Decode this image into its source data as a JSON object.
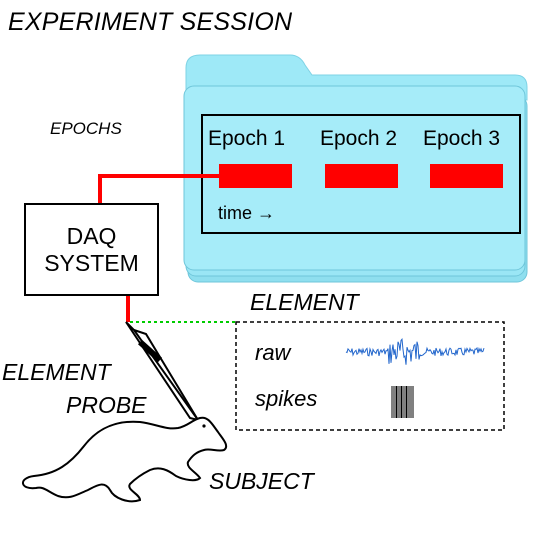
{
  "title": "EXPERIMENT SESSION",
  "epochs_label": "EPOCHS",
  "epochs": [
    {
      "label": "Epoch 1",
      "color": "#ff0000"
    },
    {
      "label": "Epoch 2",
      "color": "#ff0000"
    },
    {
      "label": "Epoch 3",
      "color": "#ff0000"
    }
  ],
  "time_label": "time →",
  "daq": {
    "line1": "DAQ",
    "line2": "SYSTEM"
  },
  "element": {
    "title": "ELEMENT",
    "raw_label": "raw",
    "spikes_label": "spikes"
  },
  "probe": {
    "line1": "ELEMENT",
    "line2": "PROBE"
  },
  "subject_label": "SUBJECT",
  "colors": {
    "folder": "#9ee9f7",
    "folder_edge": "#6fc6da",
    "wire": "#ff0000",
    "link": "#00cc00",
    "signal": "#2266cc"
  }
}
